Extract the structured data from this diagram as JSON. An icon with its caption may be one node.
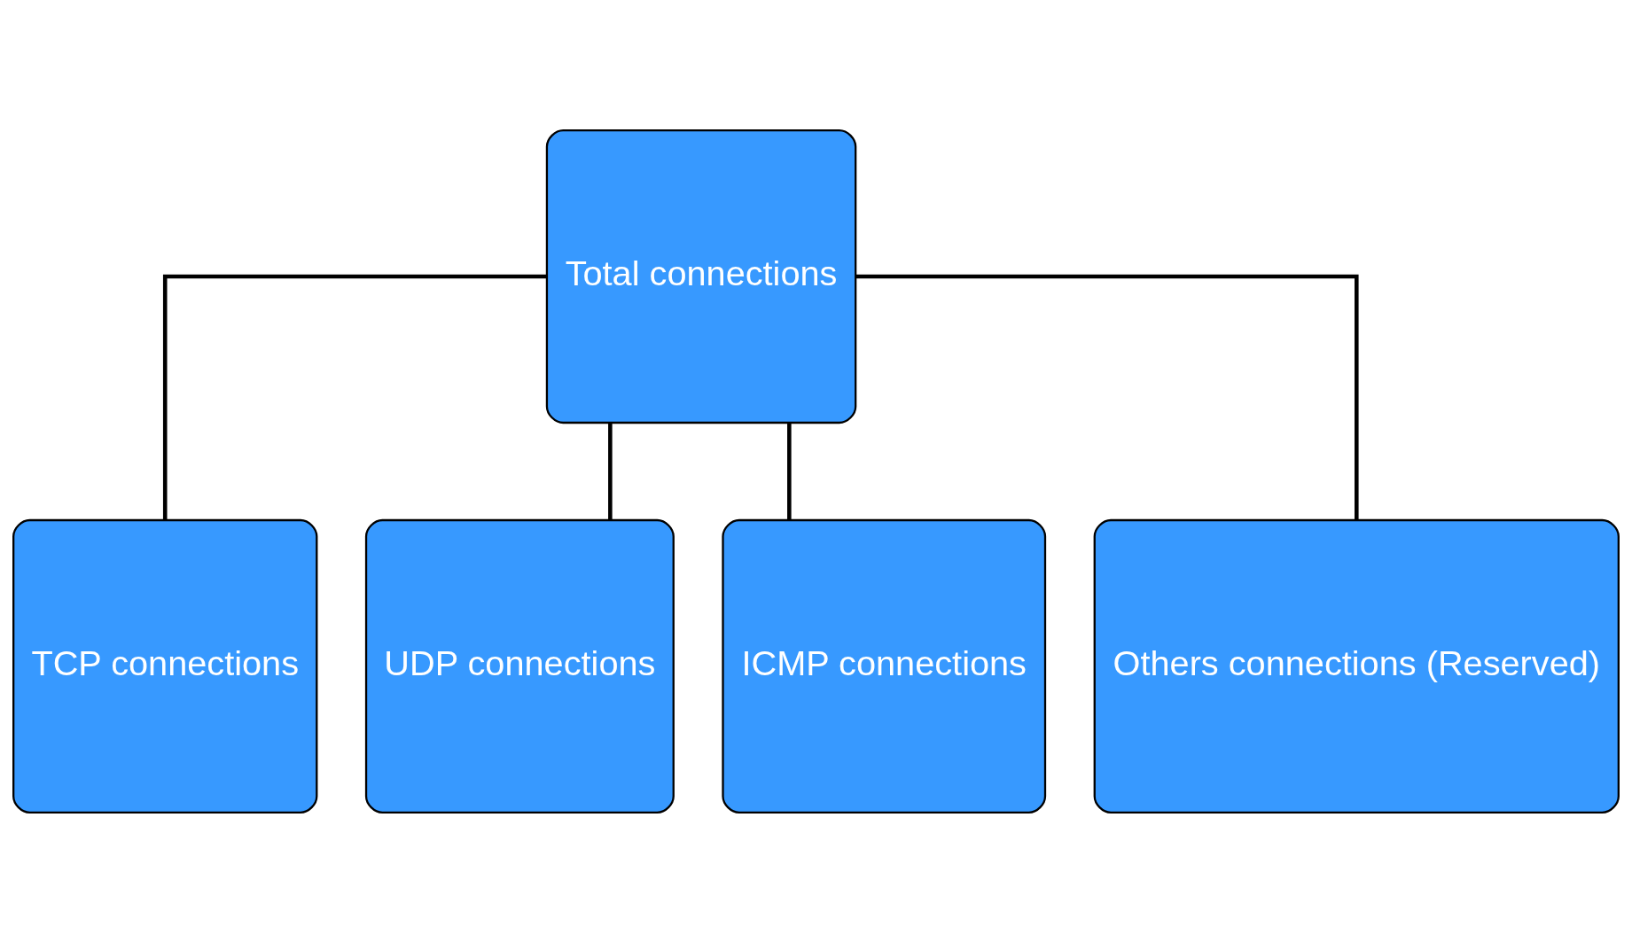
{
  "diagram": {
    "nodes": [
      {
        "text": [
          "Total connections"
        ]
      },
      {
        "text": [
          "TCP connections"
        ]
      },
      {
        "text": [
          "UDP connections"
        ]
      },
      {
        "text": [
          "ICMP connections"
        ]
      },
      {
        "text": [
          "Others connections (Reserved)"
        ]
      }
    ],
    "edges": [
      {
        "from": 0,
        "to": 1,
        "arrow": "none"
      },
      {
        "from": 0,
        "to": 2,
        "arrow": "none"
      },
      {
        "from": 0,
        "to": 3,
        "arrow": "none"
      },
      {
        "from": 0,
        "to": 4,
        "arrow": "none"
      }
    ]
  }
}
